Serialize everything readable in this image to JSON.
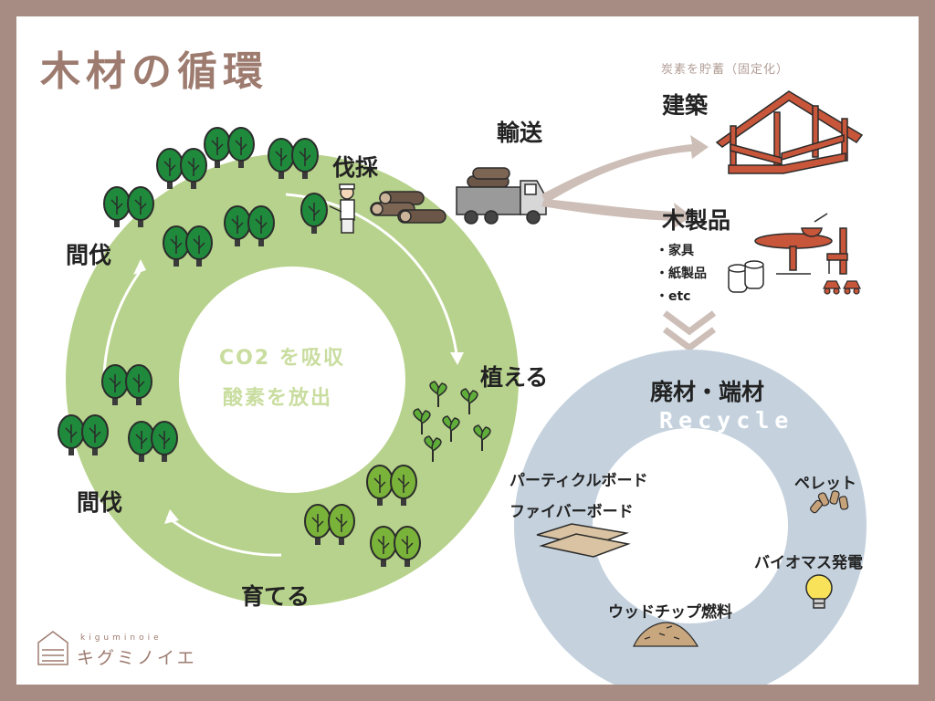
{
  "title": "木材の循環",
  "forest_cycle": {
    "center_line1": "CO2 を吸収",
    "center_line2": "酸素を放出",
    "stages": {
      "harvest": "伐採",
      "plant": "植える",
      "grow": "育てる",
      "thin_lower": "間伐",
      "thin_upper": "間伐"
    }
  },
  "transport": "輸送",
  "carbon_storage_note": "炭素を貯蓄（固定化）",
  "construction": "建築",
  "wood_products": {
    "title": "木製品",
    "items": [
      "・家具",
      "・紙製品",
      "・etc"
    ]
  },
  "waste_wood": "廃材・端材",
  "recycle": {
    "label": "Recycle",
    "items": {
      "particle_board": "パーティクルボード",
      "fiber_board": "ファイバーボード",
      "pellet": "ペレット",
      "biomass": "バイオマス発電",
      "wood_chip": "ウッドチップ燃料"
    }
  },
  "logo": {
    "name": "キグミノイエ",
    "romaji": "kiguminoie"
  },
  "colors": {
    "frame": "#a68c82",
    "forest_ring": "#b7d28c",
    "recycle_ring": "#c5d2de",
    "tree_dark": "#1f8a3c",
    "tree_light": "#7ab339",
    "wood": "#c8563a",
    "title": "#9d7b6f"
  }
}
